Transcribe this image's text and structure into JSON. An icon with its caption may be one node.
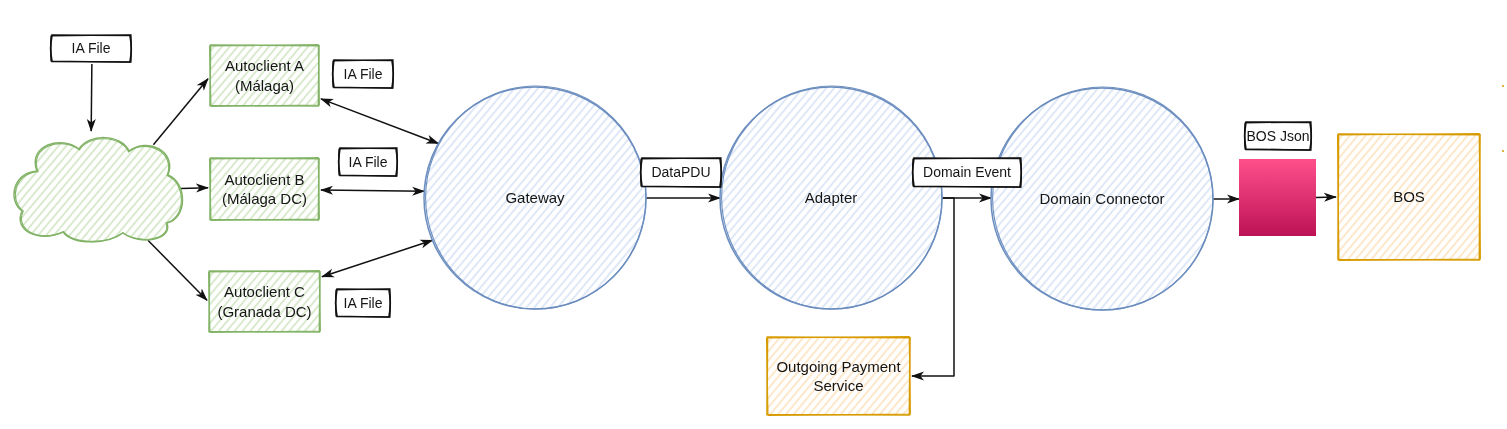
{
  "diagram": {
    "nodes": [
      {
        "text": [
          "IA File"
        ]
      },
      {
        "text": [],
        "shape": "cloud"
      },
      {
        "text": [
          "Autoclient A (Málaga)"
        ]
      },
      {
        "text": [
          "IA File"
        ]
      },
      {
        "text": [
          "Autoclient B (Málaga DC)"
        ]
      },
      {
        "text": [
          "IA File"
        ]
      },
      {
        "text": [
          "Autoclient C (Granada DC)"
        ]
      },
      {
        "text": [
          "IA File"
        ]
      },
      {
        "text": [
          "Gateway"
        ]
      },
      {
        "text": [
          "DataPDU"
        ]
      },
      {
        "text": [
          "Adapter"
        ]
      },
      {
        "text": [
          "Domain Event"
        ]
      },
      {
        "text": [
          "Outgoing Payment Service"
        ]
      },
      {
        "text": [
          "Domain Connector"
        ]
      },
      {
        "text": [
          "BOS Json"
        ]
      },
      {
        "text": [],
        "shape": "box"
      },
      {
        "text": [
          "BOS"
        ]
      }
    ],
    "edges": [
      {
        "from": 0,
        "to": 1,
        "arrow": "to"
      },
      {
        "from": 1,
        "to": 2,
        "arrow": "to"
      },
      {
        "from": 1,
        "to": 4,
        "arrow": "to"
      },
      {
        "from": 1,
        "to": 6,
        "arrow": "to"
      },
      {
        "from": 2,
        "to": 8,
        "arrow": "both"
      },
      {
        "from": 4,
        "to": 8,
        "arrow": "both"
      },
      {
        "from": 6,
        "to": 8,
        "arrow": "both"
      },
      {
        "from": 8,
        "to": 10,
        "arrow": "to"
      },
      {
        "from": 10,
        "to": 13,
        "arrow": "to"
      },
      {
        "from": 10,
        "to": 12,
        "arrow": "to"
      },
      {
        "from": 13,
        "to": 15,
        "arrow": "to"
      },
      {
        "from": 15,
        "to": 16,
        "arrow": "to"
      }
    ]
  }
}
